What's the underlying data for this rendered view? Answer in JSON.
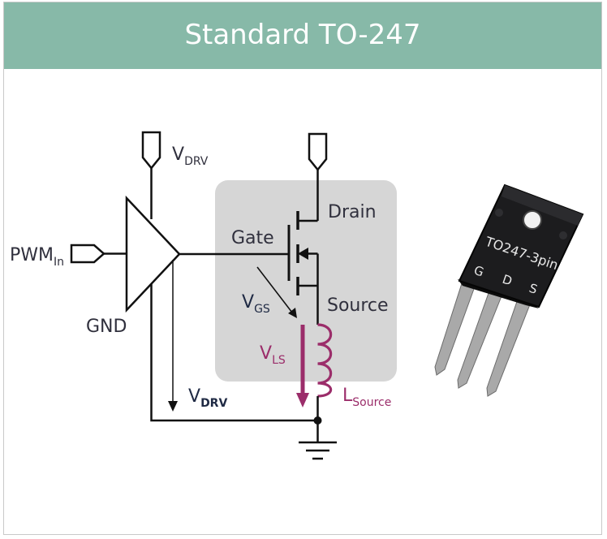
{
  "header": {
    "title": "Standard TO-247"
  },
  "labels": {
    "vdrv_top": {
      "main": "V",
      "sub": "DRV"
    },
    "pwm": {
      "main": "PWM",
      "sub": "In"
    },
    "gnd": "GND",
    "gate": "Gate",
    "drain": "Drain",
    "source": "Source",
    "vgs": {
      "main": "V",
      "sub": "GS"
    },
    "vls": {
      "main": "V",
      "sub": "LS"
    },
    "vdrv_bottom": {
      "main": "V",
      "sub": "DRV"
    },
    "lsource": {
      "main": "L",
      "sub": "Source"
    }
  },
  "package": {
    "marking": "TO247-3pin",
    "pins": [
      "G",
      "D",
      "S"
    ]
  },
  "colors": {
    "header": "#87b9a8",
    "mosfet_box": "#d6d6d6",
    "inductor": "#9b2d6a",
    "wire": "#111111"
  }
}
